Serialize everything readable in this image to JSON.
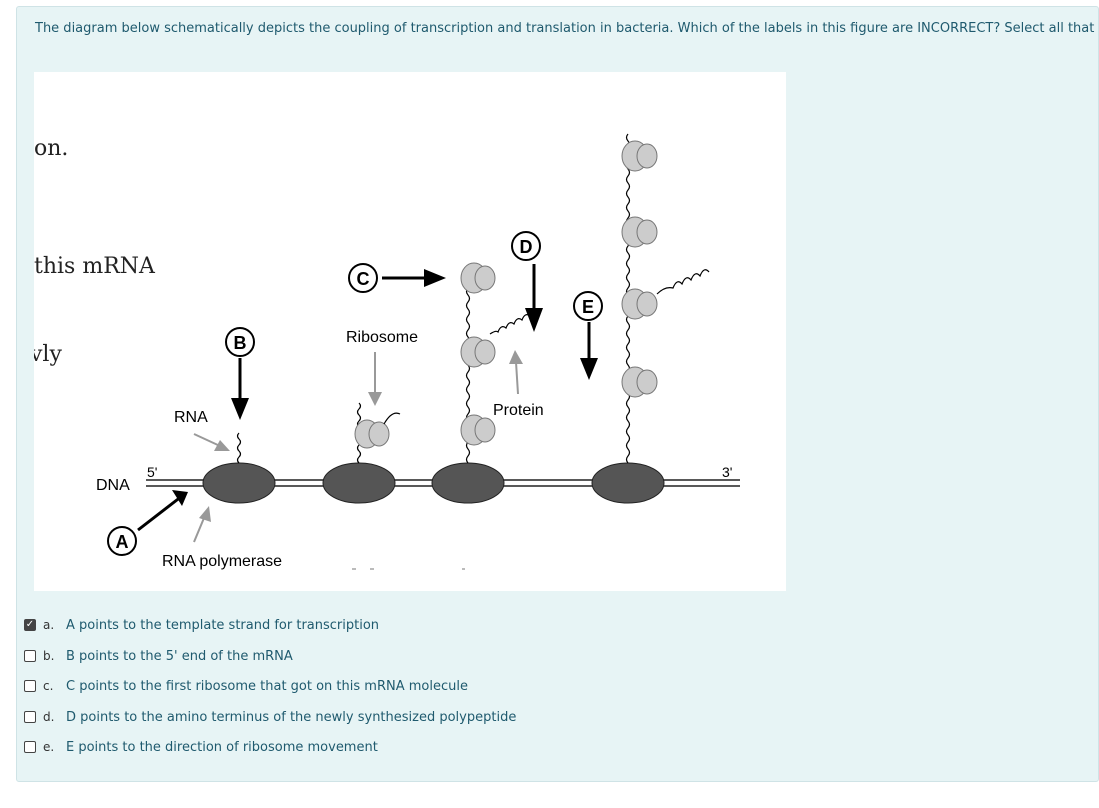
{
  "question": {
    "text": "The diagram below schematically depicts the coupling of transcription and translation in bacteria.  Which of the labels in this figure are INCORRECT?  Select all that apply"
  },
  "figure": {
    "background_text": [
      "on.",
      "this mRNA",
      "vly"
    ],
    "labels": {
      "dna": "DNA",
      "rna": "RNA",
      "ribosome": "Ribosome",
      "protein": "Protein",
      "rna_polymerase": "RNA polymerase",
      "five_prime": "5'",
      "three_prime": "3'"
    },
    "markers": [
      "A",
      "B",
      "C",
      "D",
      "E"
    ]
  },
  "options": [
    {
      "letter": "a.",
      "text": "A points to the template strand for transcription",
      "checked": true
    },
    {
      "letter": "b.",
      "text": "B points to the 5' end of the mRNA",
      "checked": false
    },
    {
      "letter": "c.",
      "text": "C points to the first ribosome that got on this mRNA molecule",
      "checked": false
    },
    {
      "letter": "d.",
      "text": "D points to the amino terminus of the newly synthesized polypeptide",
      "checked": false
    },
    {
      "letter": "e.",
      "text": "E points to the direction of ribosome movement",
      "checked": false
    }
  ],
  "colors": {
    "panel_bg": "#e7f4f5",
    "text": "#1f5a6e",
    "polymerase": "#555555",
    "ribosome": "#cccccc",
    "gray_arrow": "#999999"
  }
}
